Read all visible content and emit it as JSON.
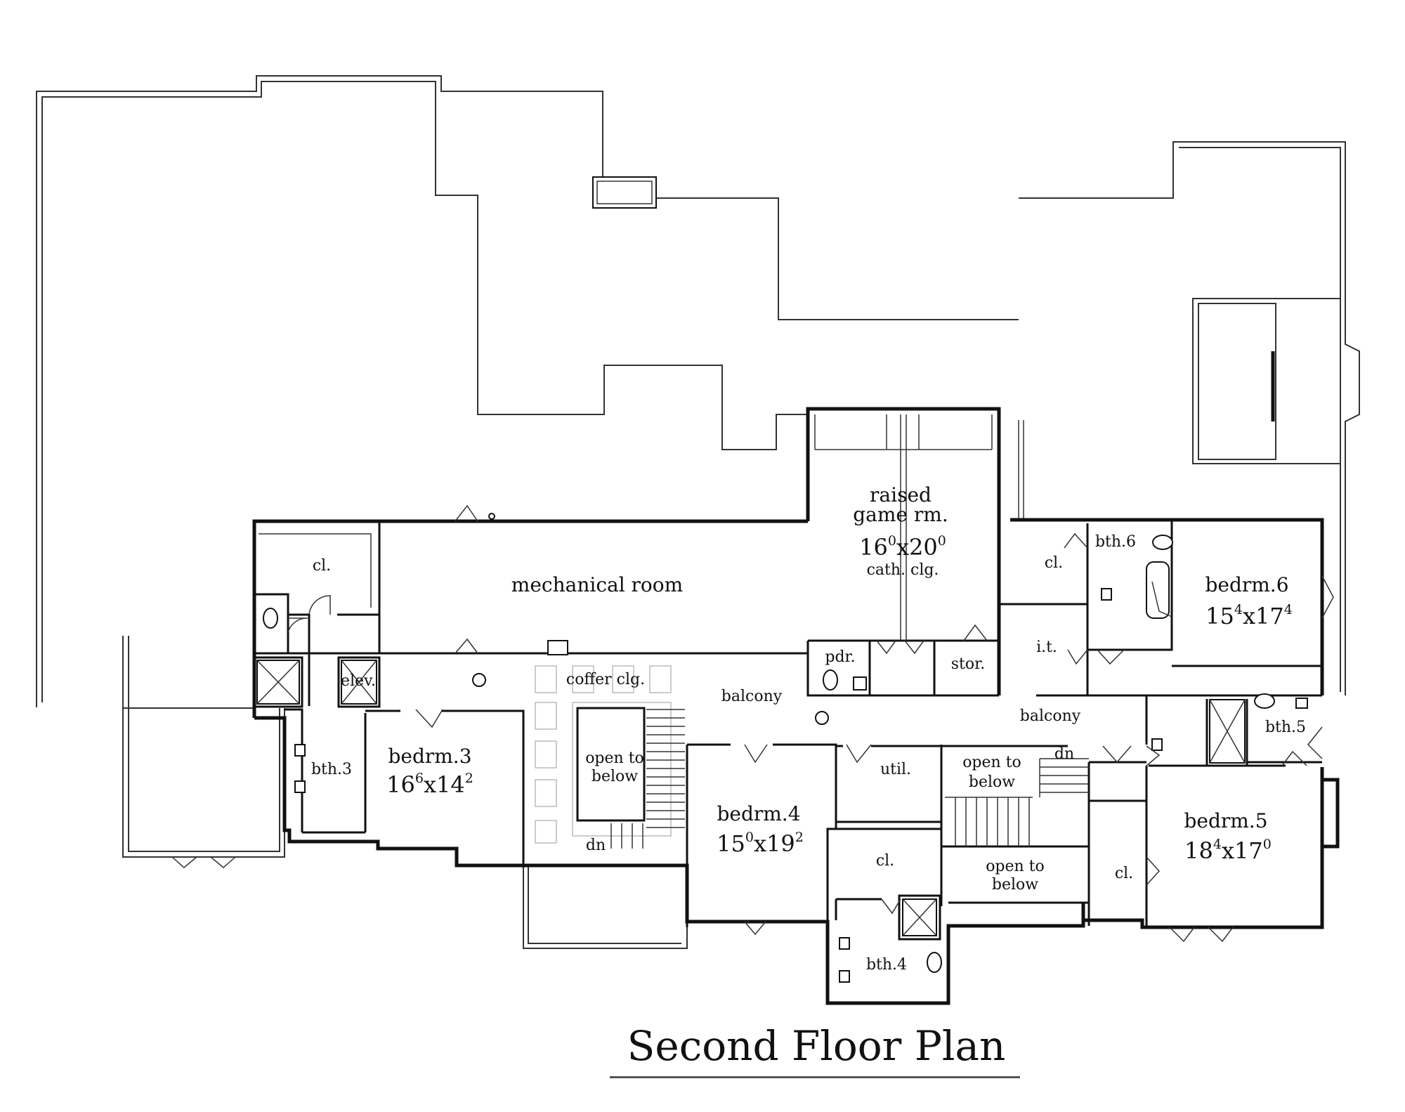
{
  "title": "Second Floor Plan",
  "rooms": {
    "raised_game": {
      "name_line1": "raised",
      "name_line2": "game rm.",
      "dim_w": "16",
      "dim_w_sup": "0",
      "dim_h": "20",
      "dim_h_sup": "0",
      "note": "cath. clg."
    },
    "mechanical": {
      "name": "mechanical room"
    },
    "bedrm3": {
      "name": "bedrm.3",
      "dim_w": "16",
      "dim_w_sup": "6",
      "dim_h": "14",
      "dim_h_sup": "2"
    },
    "bedrm4": {
      "name": "bedrm.4",
      "dim_w": "15",
      "dim_w_sup": "0",
      "dim_h": "19",
      "dim_h_sup": "2"
    },
    "bedrm5": {
      "name": "bedrm.5",
      "dim_w": "18",
      "dim_w_sup": "4",
      "dim_h": "17",
      "dim_h_sup": "0"
    },
    "bedrm6": {
      "name": "bedrm.6",
      "dim_w": "15",
      "dim_w_sup": "4",
      "dim_h": "17",
      "dim_h_sup": "4"
    }
  },
  "labels": {
    "cl": "cl.",
    "elev": "elev.",
    "coffer": "coffer clg.",
    "balcony": "balcony",
    "open_to": "open to",
    "below": "below",
    "dn": "dn",
    "util": "util.",
    "pdr": "pdr.",
    "stor": "stor.",
    "it": "i.t.",
    "bth3": "bth.3",
    "bth4": "bth.4",
    "bth5": "bth.5",
    "bth6": "bth.6"
  }
}
